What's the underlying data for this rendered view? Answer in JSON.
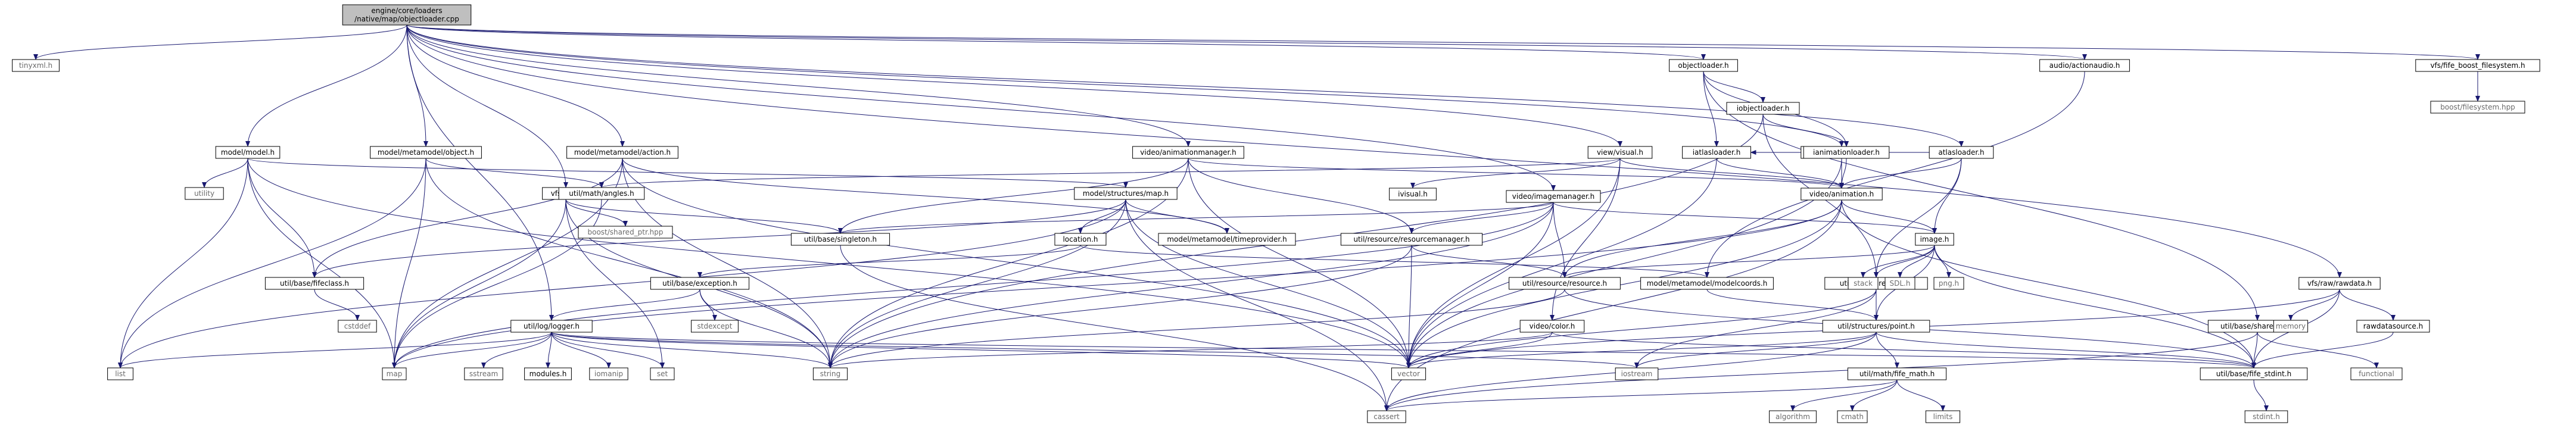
{
  "diagram": {
    "root": "root",
    "colors": {
      "edge": "#191970",
      "root_fill": "#bfbfbf",
      "file_fill": "#ffffff",
      "border": "#000000",
      "system_border": "#bfbfbf",
      "system_text": "#6b6b6b"
    },
    "nodes": [
      {
        "id": "root",
        "label": "engine/core/loaders\n/native/map/objectloader.cpp",
        "kind": "root"
      },
      {
        "id": "tinyxml",
        "label": "tinyxml.h",
        "kind": "system"
      },
      {
        "id": "model",
        "label": "model/model.h",
        "kind": "file"
      },
      {
        "id": "mmobject",
        "label": "model/metamodel/object.h",
        "kind": "file"
      },
      {
        "id": "mmaction",
        "label": "model/metamodel/action.h",
        "kind": "file"
      },
      {
        "id": "vfs",
        "label": "vfs/vfs.h",
        "kind": "file"
      },
      {
        "id": "animmgr",
        "label": "video/animationmanager.h",
        "kind": "file"
      },
      {
        "id": "imgmgr",
        "label": "video/imagemanager.h",
        "kind": "file"
      },
      {
        "id": "viewvisual",
        "label": "view/visual.h",
        "kind": "file"
      },
      {
        "id": "objloader",
        "label": "objectloader.h",
        "kind": "file"
      },
      {
        "id": "animloader",
        "label": "animationloader.h",
        "kind": "file"
      },
      {
        "id": "atlasloader",
        "label": "atlasloader.h",
        "kind": "file"
      },
      {
        "id": "audio",
        "label": "audio/actionaudio.h",
        "kind": "file"
      },
      {
        "id": "vfsboost",
        "label": "vfs/fife_boost_filesystem.h",
        "kind": "file"
      },
      {
        "id": "iobjloader",
        "label": "iobjectloader.h",
        "kind": "file"
      },
      {
        "id": "ianimloader",
        "label": "ianimationloader.h",
        "kind": "file"
      },
      {
        "id": "iatlasloader",
        "label": "iatlasloader.h",
        "kind": "file"
      },
      {
        "id": "boostfs",
        "label": "boost/filesystem.hpp",
        "kind": "system"
      },
      {
        "id": "utility",
        "label": "utility",
        "kind": "system"
      },
      {
        "id": "angles",
        "label": "util/math/angles.h",
        "kind": "file"
      },
      {
        "id": "structmap",
        "label": "model/structures/map.h",
        "kind": "file"
      },
      {
        "id": "ivisual",
        "label": "ivisual.h",
        "kind": "file"
      },
      {
        "id": "videoanim",
        "label": "video/animation.h",
        "kind": "file"
      },
      {
        "id": "boostshared",
        "label": "boost/shared_ptr.hpp",
        "kind": "system"
      },
      {
        "id": "singleton",
        "label": "util/base/singleton.h",
        "kind": "file"
      },
      {
        "id": "location",
        "label": "location.h",
        "kind": "file"
      },
      {
        "id": "timeprovider",
        "label": "model/metamodel/timeprovider.h",
        "kind": "file"
      },
      {
        "id": "resmgr",
        "label": "util/resource/resourcemanager.h",
        "kind": "file"
      },
      {
        "id": "image",
        "label": "image.h",
        "kind": "file"
      },
      {
        "id": "fifeclass",
        "label": "util/base/fifeclass.h",
        "kind": "file"
      },
      {
        "id": "exception",
        "label": "util/base/exception.h",
        "kind": "file"
      },
      {
        "id": "resource",
        "label": "util/resource/resource.h",
        "kind": "file"
      },
      {
        "id": "modelcoords",
        "label": "model/metamodel/modelcoords.h",
        "kind": "file"
      },
      {
        "id": "rect",
        "label": "util/structures/rect.h",
        "kind": "file"
      },
      {
        "id": "stack",
        "label": "stack",
        "kind": "system"
      },
      {
        "id": "sdl",
        "label": "SDL.h",
        "kind": "system"
      },
      {
        "id": "png",
        "label": "png.h",
        "kind": "system"
      },
      {
        "id": "rawdata",
        "label": "vfs/raw/rawdata.h",
        "kind": "file"
      },
      {
        "id": "cstddef",
        "label": "cstddef",
        "kind": "system"
      },
      {
        "id": "stdexcept",
        "label": "stdexcept",
        "kind": "system"
      },
      {
        "id": "logger",
        "label": "util/log/logger.h",
        "kind": "file"
      },
      {
        "id": "videocolor",
        "label": "video/color.h",
        "kind": "file"
      },
      {
        "id": "point",
        "label": "util/structures/point.h",
        "kind": "file"
      },
      {
        "id": "sharedptr",
        "label": "util/base/sharedptr.h",
        "kind": "file"
      },
      {
        "id": "memory",
        "label": "memory",
        "kind": "system"
      },
      {
        "id": "rawdatasource",
        "label": "rawdatasource.h",
        "kind": "file"
      },
      {
        "id": "list",
        "label": "list",
        "kind": "system"
      },
      {
        "id": "map",
        "label": "map",
        "kind": "system"
      },
      {
        "id": "sstream",
        "label": "sstream",
        "kind": "system"
      },
      {
        "id": "moduleslist",
        "label": "modules.h",
        "kind": "file"
      },
      {
        "id": "iomanip",
        "label": "iomanip",
        "kind": "system"
      },
      {
        "id": "set",
        "label": "set",
        "kind": "system"
      },
      {
        "id": "string",
        "label": "string",
        "kind": "system"
      },
      {
        "id": "vector",
        "label": "vector",
        "kind": "system"
      },
      {
        "id": "iostream",
        "label": "iostream",
        "kind": "system"
      },
      {
        "id": "fifestdint",
        "label": "util/base/fife_stdint.h",
        "kind": "file"
      },
      {
        "id": "functional",
        "label": "functional",
        "kind": "system"
      },
      {
        "id": "fifemath",
        "label": "util/math/fife_math.h",
        "kind": "file"
      },
      {
        "id": "stdint",
        "label": "stdint.h",
        "kind": "system"
      },
      {
        "id": "cassert",
        "label": "cassert",
        "kind": "system"
      },
      {
        "id": "algorithm",
        "label": "algorithm",
        "kind": "system"
      },
      {
        "id": "cmath",
        "label": "cmath",
        "kind": "system"
      },
      {
        "id": "limits",
        "label": "limits",
        "kind": "system"
      }
    ],
    "edges": [
      [
        "root",
        "tinyxml"
      ],
      [
        "root",
        "model"
      ],
      [
        "root",
        "mmobject"
      ],
      [
        "root",
        "mmaction"
      ],
      [
        "root",
        "vfs"
      ],
      [
        "root",
        "animmgr"
      ],
      [
        "root",
        "imgmgr"
      ],
      [
        "root",
        "viewvisual"
      ],
      [
        "root",
        "objloader"
      ],
      [
        "root",
        "animloader"
      ],
      [
        "root",
        "atlasloader"
      ],
      [
        "root",
        "audio"
      ],
      [
        "root",
        "vfsboost"
      ],
      [
        "root",
        "rawdata"
      ],
      [
        "root",
        "logger"
      ],
      [
        "model",
        "utility"
      ],
      [
        "model",
        "list"
      ],
      [
        "model",
        "map"
      ],
      [
        "model",
        "fifeclass"
      ],
      [
        "model",
        "structmap"
      ],
      [
        "model",
        "vector"
      ],
      [
        "mmobject",
        "angles"
      ],
      [
        "mmobject",
        "string"
      ],
      [
        "mmobject",
        "map"
      ],
      [
        "mmobject",
        "list"
      ],
      [
        "mmaction",
        "fifeclass"
      ],
      [
        "mmaction",
        "timeprovider"
      ],
      [
        "mmaction",
        "map"
      ],
      [
        "mmaction",
        "vector"
      ],
      [
        "mmaction",
        "string"
      ],
      [
        "vfs",
        "boostshared"
      ],
      [
        "vfs",
        "singleton"
      ],
      [
        "vfs",
        "set"
      ],
      [
        "vfs",
        "string"
      ],
      [
        "vfs",
        "map"
      ],
      [
        "animmgr",
        "singleton"
      ],
      [
        "animmgr",
        "resmgr"
      ],
      [
        "animmgr",
        "videoanim"
      ],
      [
        "animmgr",
        "string"
      ],
      [
        "animmgr",
        "vector"
      ],
      [
        "imgmgr",
        "singleton"
      ],
      [
        "imgmgr",
        "resmgr"
      ],
      [
        "imgmgr",
        "image"
      ],
      [
        "imgmgr",
        "resource"
      ],
      [
        "imgmgr",
        "vector"
      ],
      [
        "imgmgr",
        "string"
      ],
      [
        "imgmgr",
        "map"
      ],
      [
        "viewvisual",
        "ivisual"
      ],
      [
        "viewvisual",
        "angles"
      ],
      [
        "viewvisual",
        "videoanim"
      ],
      [
        "viewvisual",
        "videocolor"
      ],
      [
        "viewvisual",
        "vector"
      ],
      [
        "objloader",
        "iobjloader"
      ],
      [
        "objloader",
        "ianimloader"
      ],
      [
        "objloader",
        "iatlasloader"
      ],
      [
        "objloader",
        "sharedptr"
      ],
      [
        "iobjloader",
        "string"
      ],
      [
        "iobjloader",
        "ianimloader"
      ],
      [
        "iobjloader",
        "rect"
      ],
      [
        "animloader",
        "ianimloader"
      ],
      [
        "animloader",
        "videoanim"
      ],
      [
        "animloader",
        "vector"
      ],
      [
        "atlasloader",
        "iatlasloader"
      ],
      [
        "atlasloader",
        "image"
      ],
      [
        "atlasloader",
        "rect"
      ],
      [
        "atlasloader",
        "videoanim"
      ],
      [
        "audio",
        "modelcoords"
      ],
      [
        "vfsboost",
        "boostfs"
      ],
      [
        "iatlasloader",
        "videoanim"
      ],
      [
        "iatlasloader",
        "vector"
      ],
      [
        "ianimloader",
        "videoanim"
      ],
      [
        "structmap",
        "location"
      ],
      [
        "structmap",
        "timeprovider"
      ],
      [
        "structmap",
        "string"
      ],
      [
        "structmap",
        "list"
      ],
      [
        "structmap",
        "vector"
      ],
      [
        "structmap",
        "cassert"
      ],
      [
        "structmap",
        "fifeclass"
      ],
      [
        "location",
        "exception"
      ],
      [
        "location",
        "modelcoords"
      ],
      [
        "videoanim",
        "image"
      ],
      [
        "videoanim",
        "resource"
      ],
      [
        "videoanim",
        "fifestdint"
      ],
      [
        "videoanim",
        "vector"
      ],
      [
        "videoanim",
        "cassert"
      ],
      [
        "videoanim",
        "map"
      ],
      [
        "image",
        "stack"
      ],
      [
        "image",
        "sdl"
      ],
      [
        "image",
        "png"
      ],
      [
        "image",
        "rect"
      ],
      [
        "image",
        "resource"
      ],
      [
        "image",
        "point"
      ],
      [
        "image",
        "fifestdint"
      ],
      [
        "resmgr",
        "resource"
      ],
      [
        "resmgr",
        "string"
      ],
      [
        "resmgr",
        "vector"
      ],
      [
        "resource",
        "string"
      ],
      [
        "resource",
        "fifestdint"
      ],
      [
        "singleton",
        "cassert"
      ],
      [
        "fifeclass",
        "cstddef"
      ],
      [
        "exception",
        "stdexcept"
      ],
      [
        "exception",
        "string"
      ],
      [
        "exception",
        "logger"
      ],
      [
        "logger",
        "list"
      ],
      [
        "logger",
        "map"
      ],
      [
        "logger",
        "sstream"
      ],
      [
        "logger",
        "moduleslist"
      ],
      [
        "logger",
        "iomanip"
      ],
      [
        "logger",
        "set"
      ],
      [
        "logger",
        "string"
      ],
      [
        "logger",
        "vector"
      ],
      [
        "logger",
        "iostream"
      ],
      [
        "logger",
        "fifestdint"
      ],
      [
        "modelcoords",
        "point"
      ],
      [
        "rect",
        "point"
      ],
      [
        "rect",
        "iostream"
      ],
      [
        "rect",
        "vector"
      ],
      [
        "point",
        "iostream"
      ],
      [
        "point",
        "cassert"
      ],
      [
        "point",
        "vector"
      ],
      [
        "point",
        "fifestdint"
      ],
      [
        "point",
        "fifemath"
      ],
      [
        "fifemath",
        "cassert"
      ],
      [
        "fifemath",
        "algorithm"
      ],
      [
        "fifemath",
        "cmath"
      ],
      [
        "fifemath",
        "limits"
      ],
      [
        "videocolor",
        "string"
      ],
      [
        "videocolor",
        "vector"
      ],
      [
        "videocolor",
        "fifestdint"
      ],
      [
        "rawdata",
        "memory"
      ],
      [
        "rawdata",
        "rawdatasource"
      ],
      [
        "rawdata",
        "fifestdint"
      ],
      [
        "rawdata",
        "vector"
      ],
      [
        "rawdatasource",
        "fifestdint"
      ],
      [
        "sharedptr",
        "cassert"
      ],
      [
        "sharedptr",
        "functional"
      ],
      [
        "sharedptr",
        "fifestdint"
      ],
      [
        "fifestdint",
        "stdint"
      ],
      [
        "angles",
        "map"
      ]
    ]
  }
}
